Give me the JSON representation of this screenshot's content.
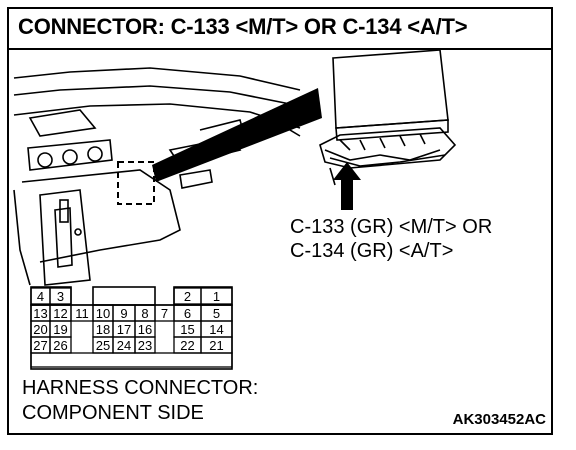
{
  "title": "CONNECTOR: C-133 <M/T> OR C-134 <A/T>",
  "connector_label": {
    "line1": "C-133 (GR) <M/T> OR",
    "line2": "C-134 (GR) <A/T>"
  },
  "harness_label": {
    "line1": "HARNESS CONNECTOR:",
    "line2": "COMPONENT SIDE"
  },
  "figure_code": "AK303452AC",
  "pins": {
    "row1": [
      "4",
      "3",
      "2",
      "1"
    ],
    "row2": [
      "13",
      "12",
      "11",
      "10",
      "9",
      "8",
      "7",
      "6",
      "5"
    ],
    "row3": [
      "20",
      "19",
      "18",
      "17",
      "16",
      "15",
      "14"
    ],
    "row4": [
      "27",
      "26",
      "25",
      "24",
      "23",
      "22",
      "21"
    ]
  },
  "colors": {
    "line": "#000000",
    "background": "#ffffff"
  }
}
